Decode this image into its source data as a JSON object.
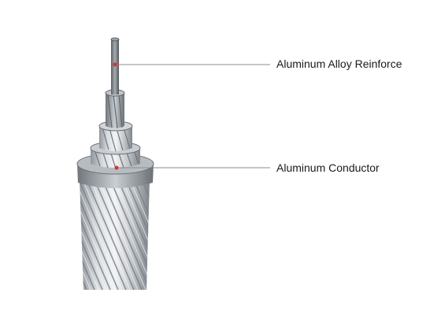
{
  "callouts": {
    "reinforce": "Aluminum Alloy Reinforce",
    "conductor": "Aluminum Conductor"
  },
  "colors": {
    "background": "#ffffff",
    "leader_line": "#8c8c8c",
    "marker_dot": "#e0302a",
    "strand_light": "#e6e8ea",
    "strand_dark": "#8f959b"
  },
  "icons": {
    "cable": "stranded-cable-illustration"
  }
}
